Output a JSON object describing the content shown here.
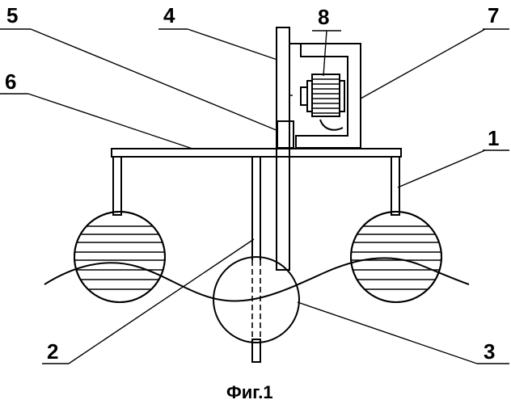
{
  "labels": {
    "l1": "1",
    "l2": "2",
    "l3": "3",
    "l4": "4",
    "l5": "5",
    "l6": "6",
    "l7": "7",
    "l8": "8"
  },
  "caption": "Фиг.1"
}
